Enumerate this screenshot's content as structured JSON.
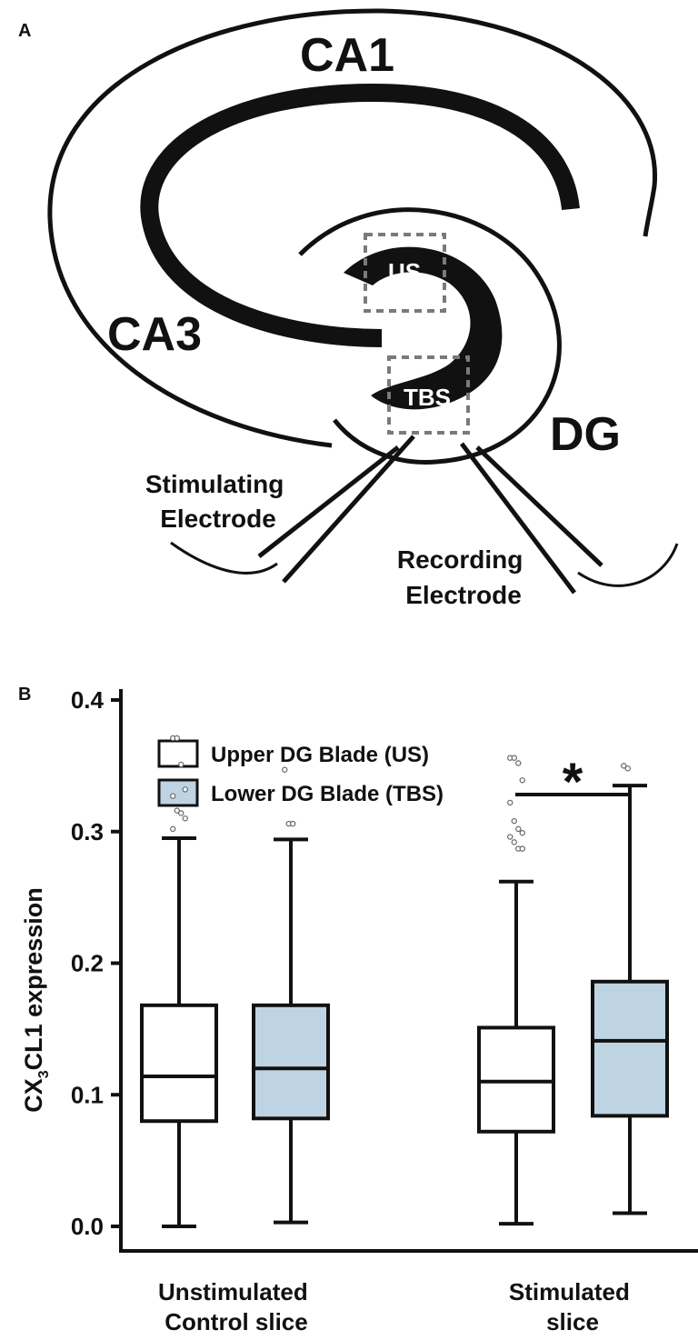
{
  "panel_a": {
    "panel_label": "A",
    "region_labels": {
      "ca1": "CA1",
      "ca3": "CA3",
      "dg": "DG"
    },
    "box_labels": {
      "upper": "US",
      "lower": "TBS"
    },
    "stim_electrode": [
      "Stimulating",
      "Electrode"
    ],
    "rec_electrode": [
      "Recording",
      "Electrode"
    ]
  },
  "panel_b": {
    "panel_label": "B"
  },
  "colors": {
    "upper_fill": "#ffffff",
    "lower_fill": "#bfd4e2",
    "stroke": "#111111",
    "dash_box": "#7a7a7a"
  },
  "chart_data": {
    "type": "box",
    "ylabel": "CX3CL1 expression",
    "ylabel_parts": {
      "pre": "CX",
      "sub": "3",
      "post": "CL1 expression"
    },
    "ylim": [
      0.0,
      0.4
    ],
    "yticks": [
      "0.0",
      "0.1",
      "0.2",
      "0.3",
      "0.4"
    ],
    "legend": [
      {
        "name": "Upper DG Blade (US)",
        "fill": "#ffffff"
      },
      {
        "name": "Lower DG Blade (TBS)",
        "fill": "#bfd4e2"
      }
    ],
    "groups": [
      {
        "label": [
          "Unstimulated",
          "Control slice"
        ],
        "boxes": [
          {
            "series": 0,
            "min": 0.0,
            "q1": 0.08,
            "median": 0.114,
            "q3": 0.168,
            "max": 0.295,
            "outliers": [
              0.371,
              0.371,
              0.351,
              0.332,
              0.327,
              0.316,
              0.314,
              0.31,
              0.302
            ]
          },
          {
            "series": 1,
            "min": 0.003,
            "q1": 0.082,
            "median": 0.12,
            "q3": 0.168,
            "max": 0.294,
            "outliers": [
              0.347,
              0.306,
              0.306
            ]
          }
        ]
      },
      {
        "label": [
          "Stimulated",
          "slice"
        ],
        "boxes": [
          {
            "series": 0,
            "min": 0.002,
            "q1": 0.072,
            "median": 0.11,
            "q3": 0.151,
            "max": 0.262,
            "outliers": [
              0.356,
              0.356,
              0.352,
              0.339,
              0.322,
              0.308,
              0.302,
              0.299,
              0.296,
              0.292,
              0.287,
              0.287
            ]
          },
          {
            "series": 1,
            "min": 0.01,
            "q1": 0.084,
            "median": 0.141,
            "q3": 0.186,
            "max": 0.335,
            "outliers": [
              0.35,
              0.348
            ]
          }
        ]
      }
    ],
    "annotations": [
      {
        "text": "*",
        "between": [
          "Stimulated US",
          "Stimulated TBS"
        ]
      }
    ]
  }
}
